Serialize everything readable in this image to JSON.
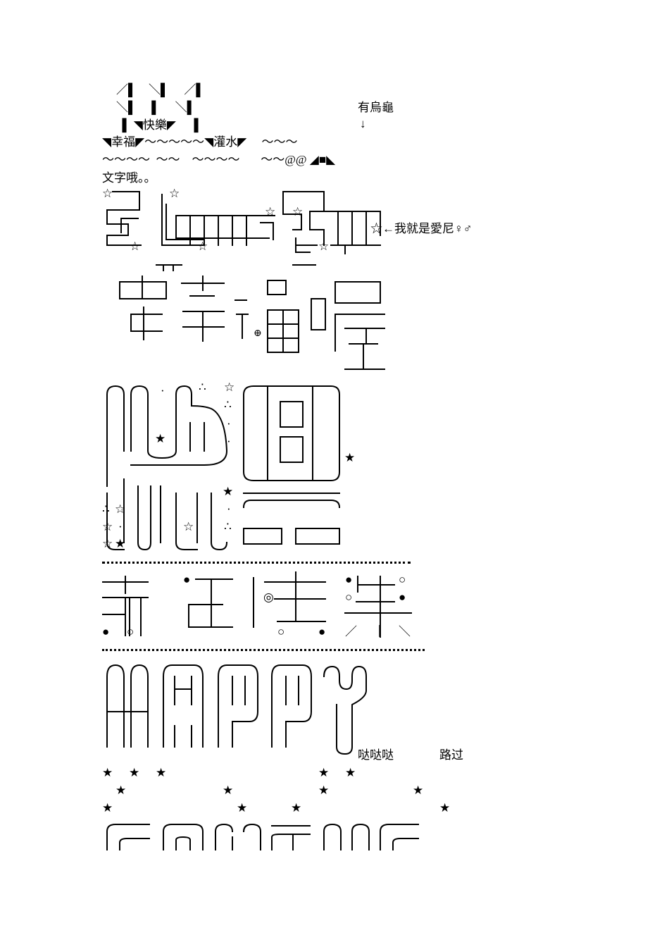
{
  "header_art": {
    "row1": "／▌    ＼▌     ／▌",
    "row2": "＼▌     ▌     ＼▌",
    "row3": "  ▌ ◥快樂◤      ▌",
    "row4": "◥幸福◤～～～～～◥灌水◤     ～～～",
    "row5": "～～～～  ～～    ～～～～       ～～@@ ◢■◣",
    "turtle_label": "有烏龜",
    "turtle_arrow": "↓"
  },
  "intro_text": "文字哦。。",
  "annotation": "☆←我就是愛尼♀♂",
  "labels": {
    "dada": "哒哒哒",
    "lugu": "路过"
  },
  "marks": {
    "star_white": "☆",
    "star_black": "★",
    "therefore": "∴",
    "dot": "·",
    "circle_plus": "⊕",
    "bullseye": "◎",
    "circle_black": "●",
    "circle_white": "○",
    "slash": "／",
    "backslash": "＼",
    "bar": "｜"
  }
}
